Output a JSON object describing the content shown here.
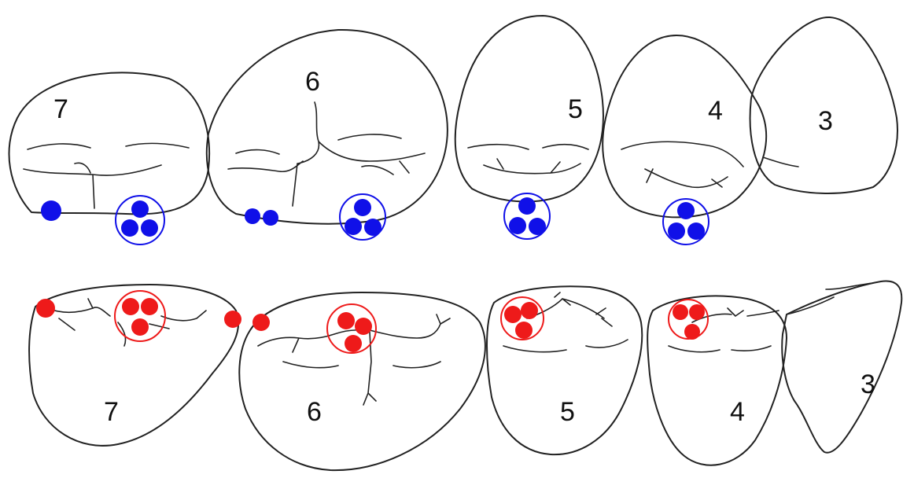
{
  "colors": {
    "upper_contacts": "#1010e8",
    "lower_contacts": "#ee1a1a",
    "outline": "#222222"
  },
  "upper_arch": {
    "teeth": [
      {
        "label": "7"
      },
      {
        "label": "6"
      },
      {
        "label": "5"
      },
      {
        "label": "4"
      },
      {
        "label": "3"
      }
    ]
  },
  "lower_arch": {
    "teeth": [
      {
        "label": "7"
      },
      {
        "label": "6"
      },
      {
        "label": "5"
      },
      {
        "label": "4"
      },
      {
        "label": "3"
      }
    ]
  }
}
